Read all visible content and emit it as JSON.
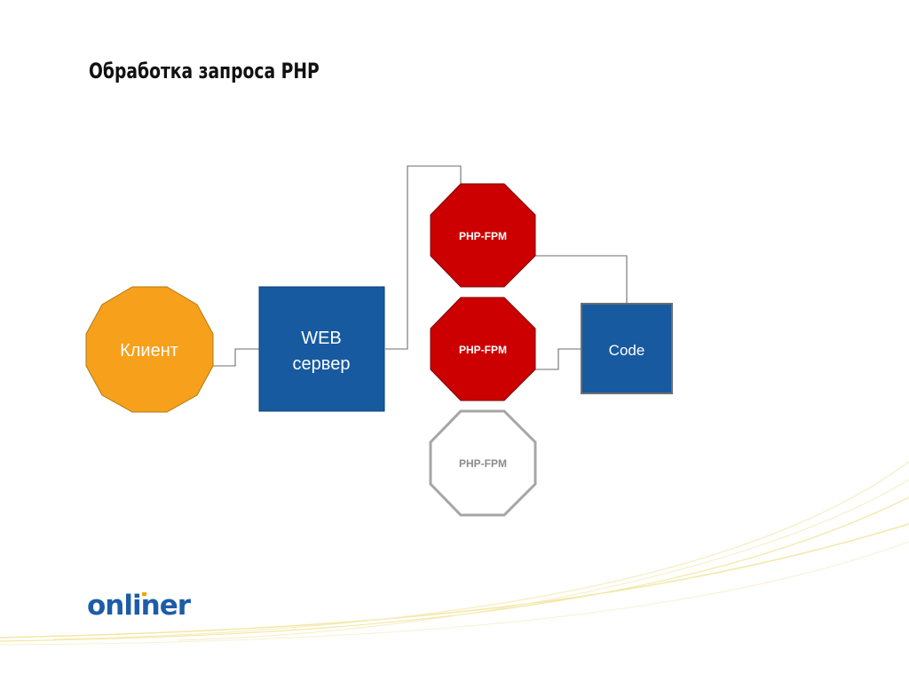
{
  "slide": {
    "title": "Обработка запроса PHP"
  },
  "diagram": {
    "client_label": "Клиент",
    "web_server_label_line1": "WEB",
    "web_server_label_line2": "сервер",
    "php_fpm_1_label": "PHP-FPM",
    "php_fpm_2_label": "PHP-FPM",
    "php_fpm_3_label": "PHP-FPM",
    "code_label": "Code"
  },
  "logo": {
    "text": "onliner"
  },
  "colors": {
    "client_fill": "#F7A01B",
    "web_fill": "#175AA0",
    "php_active_fill": "#CC0000",
    "php_inactive_stroke": "#A6A6A6",
    "code_fill": "#175AA0",
    "logo_blue": "#1D5CA8",
    "logo_accent": "#F5A300",
    "decor_yellow": "#F3E7A3"
  }
}
